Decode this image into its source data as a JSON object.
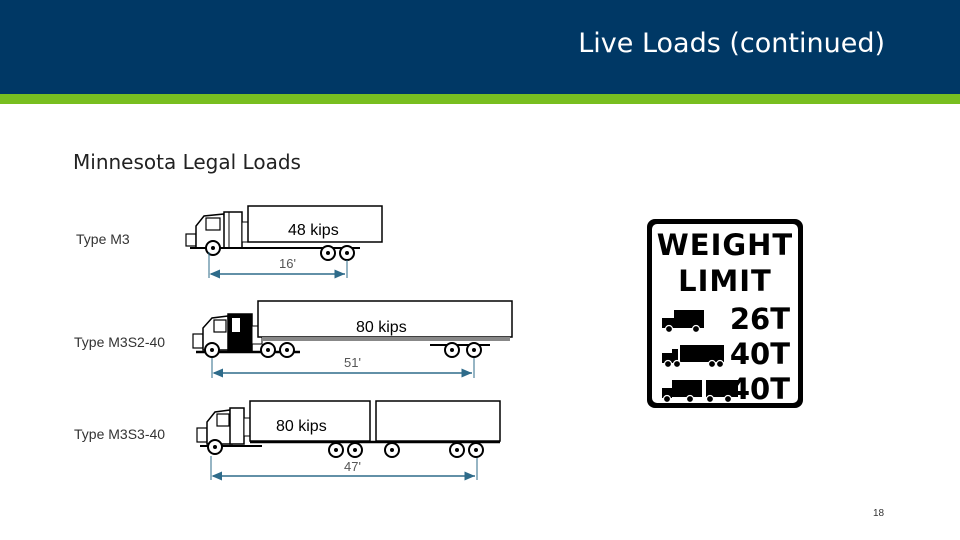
{
  "slide": {
    "title": "Live Loads (continued)",
    "subtitle": "Minnesota Legal Loads",
    "page_number": "18"
  },
  "vehicles": [
    {
      "type_label": "Type M3",
      "load_label": "48 kips",
      "dimension_label": "16'"
    },
    {
      "type_label": "Type M3S2-40",
      "load_label": "80 kips",
      "dimension_label": "51'"
    },
    {
      "type_label": "Type M3S3-40",
      "load_label": "80 kips",
      "dimension_label": "47'"
    }
  ],
  "sign": {
    "line1": "WEIGHT",
    "line2": "LIMIT",
    "rows": [
      {
        "icon": "single-truck-icon",
        "value": "26T"
      },
      {
        "icon": "semi-truck-icon",
        "value": "40T"
      },
      {
        "icon": "double-trailer-truck-icon",
        "value": "40T"
      }
    ]
  },
  "colors": {
    "header": "#003865",
    "accent": "#78be20",
    "dimension_line": "#2e6b8a"
  }
}
